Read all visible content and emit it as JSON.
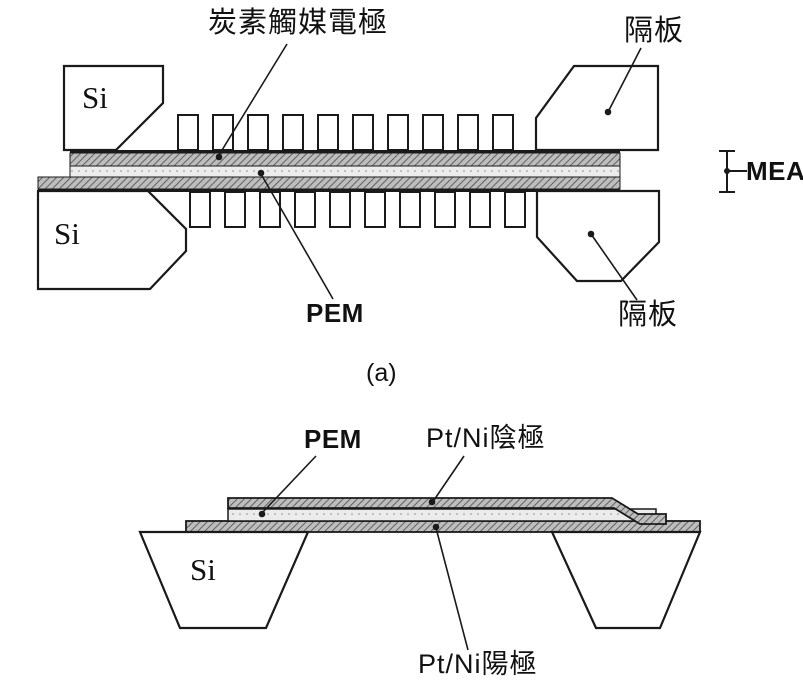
{
  "figure": {
    "caption_a": "(a)",
    "colors": {
      "line": "#1a1a1a",
      "electrode_fill": "#bdbdbd",
      "electrode_hatch": "#4a4a4a",
      "pem_fill": "#ececec",
      "background": "#ffffff"
    }
  },
  "diagram_a": {
    "carbon_electrode_label": "炭素觸媒電極",
    "separator_top_label": "隔板",
    "separator_bottom_label": "隔板",
    "si_top_label": "Si",
    "si_bottom_label": "Si",
    "mea_label": "MEA",
    "pem_label": "PEM"
  },
  "diagram_b": {
    "pem_label": "PEM",
    "cathode_label": "Pt/Ni陰極",
    "anode_label": "Pt/Ni陽極",
    "si_label": "Si"
  }
}
